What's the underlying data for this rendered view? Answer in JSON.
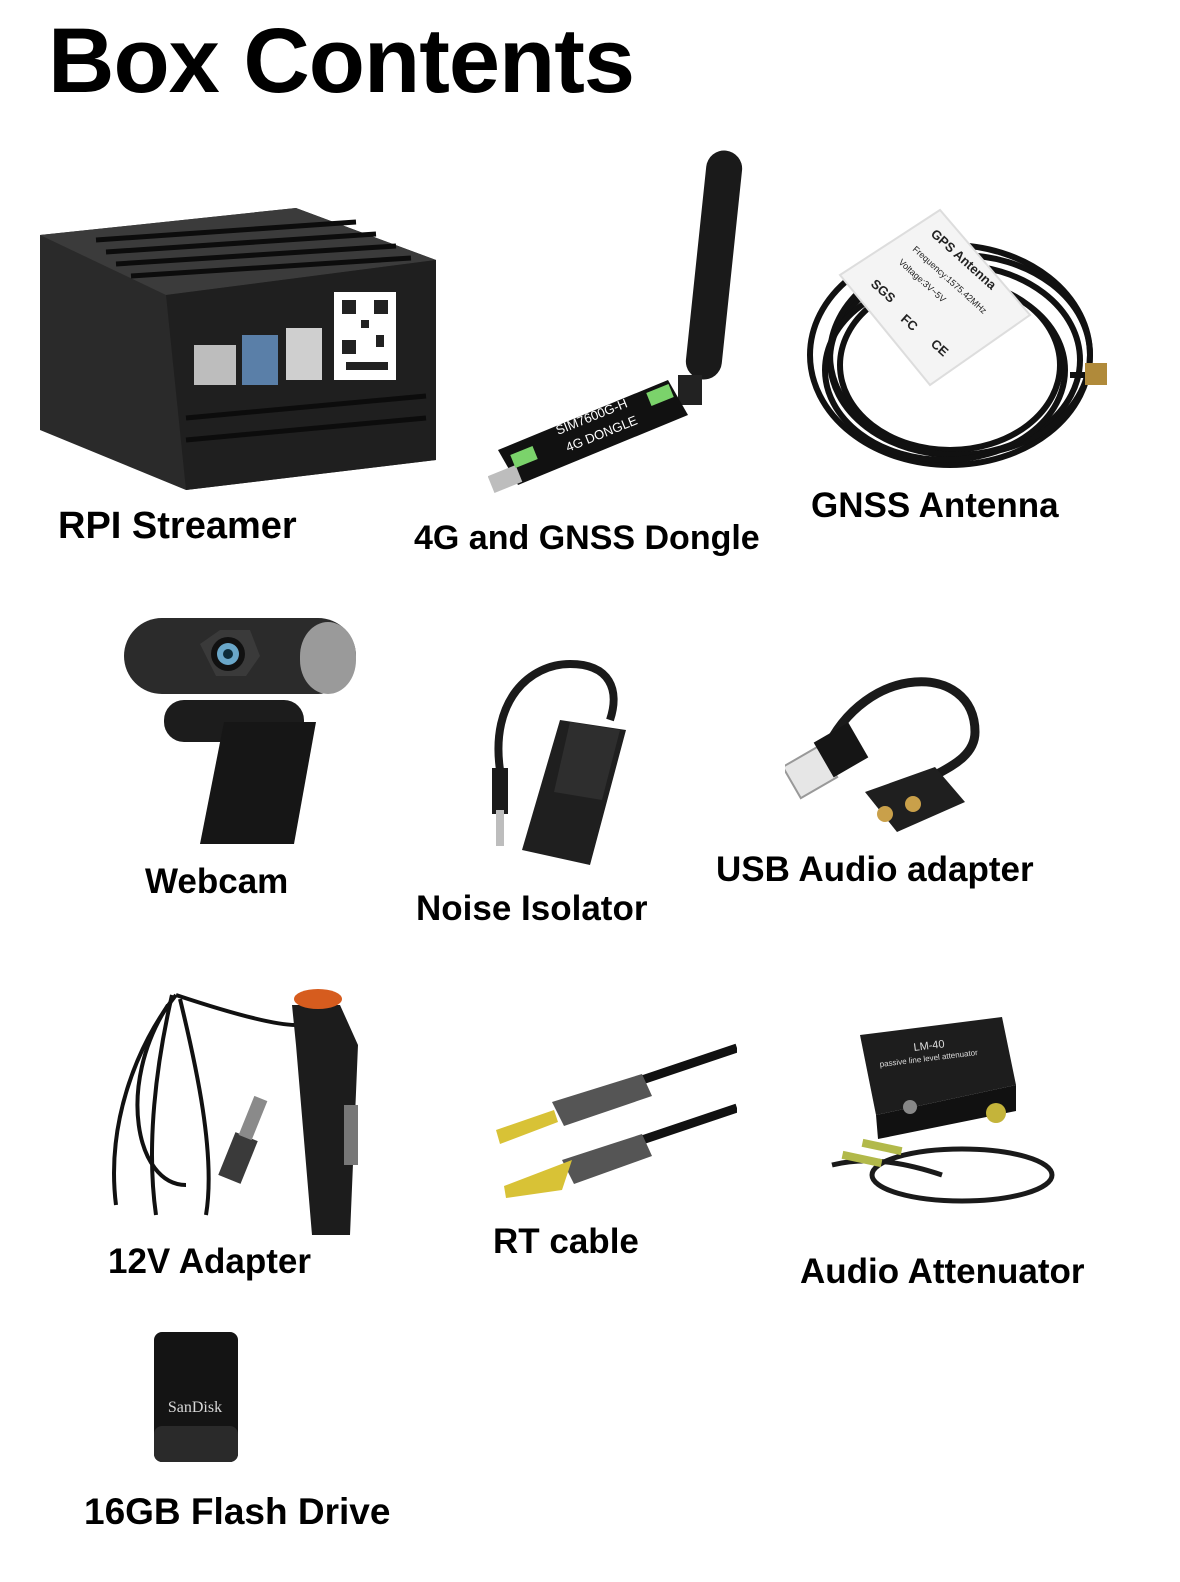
{
  "page": {
    "title": "Box Contents"
  },
  "items": [
    {
      "label": "RPI Streamer"
    },
    {
      "label": "4G and GNSS Dongle",
      "text_on_device": [
        "SIM7600G-H",
        "4G DONGLE"
      ]
    },
    {
      "label": "GNSS Antenna",
      "text_on_device": [
        "GPS Antenna",
        "Frequency:1575.42MHz",
        "Voltage:3V~5V",
        "SGS",
        "FC",
        "CE"
      ]
    },
    {
      "label": "Webcam"
    },
    {
      "label": "Noise Isolator"
    },
    {
      "label": "USB Audio adapter"
    },
    {
      "label": "12V Adapter"
    },
    {
      "label": "RT cable"
    },
    {
      "label": "Audio Attenuator",
      "text_on_device": [
        "LM-40",
        "passive line level attenuator"
      ]
    },
    {
      "label": "16GB Flash Drive",
      "text_on_device": [
        "SanDisk"
      ]
    }
  ]
}
